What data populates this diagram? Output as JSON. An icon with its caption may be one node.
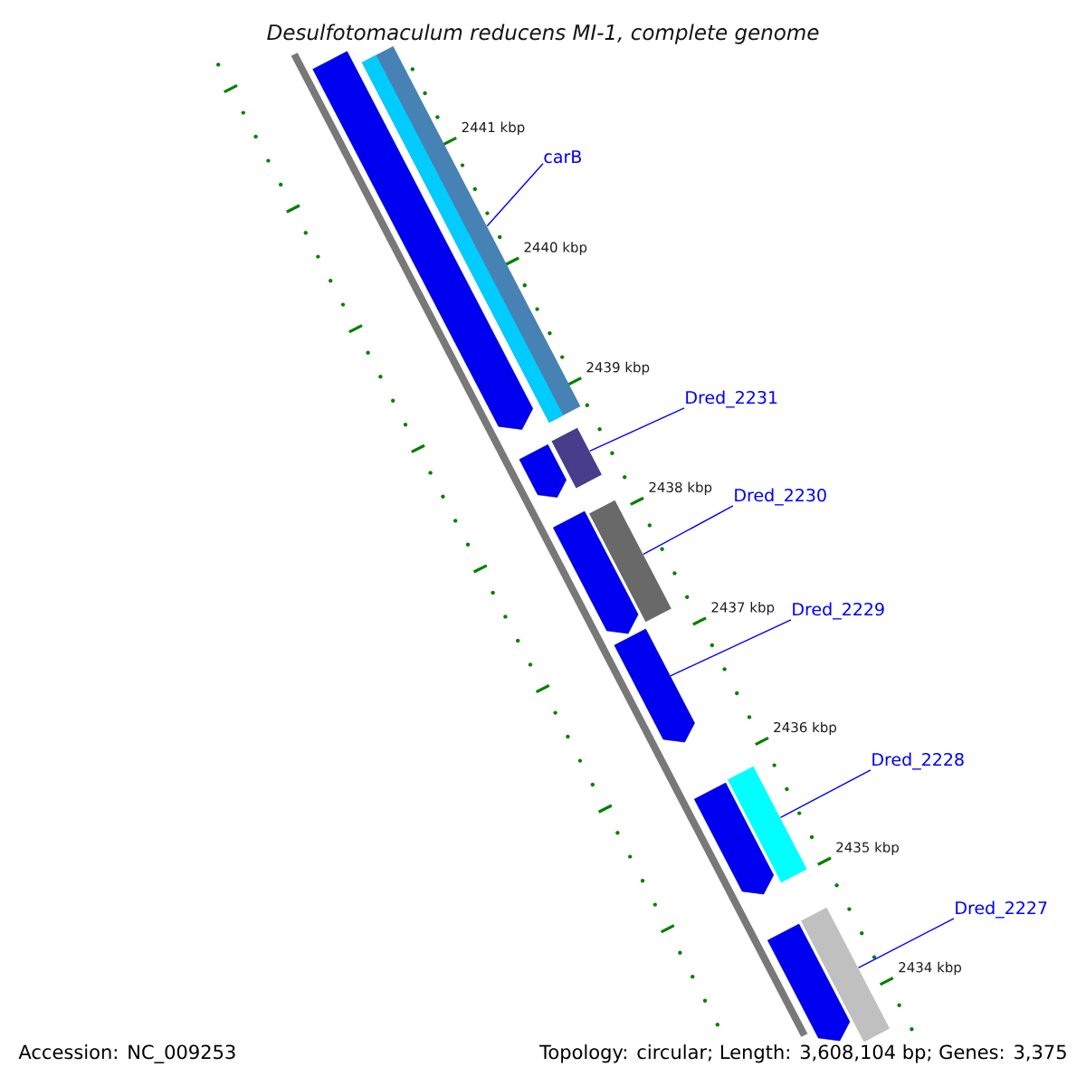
{
  "diagram": {
    "title": "Desulfotomaculum reducens MI-1, complete genome",
    "nodes": [
      {
        "text": [
          "carB"
        ]
      },
      {
        "text": [
          "Dred_2231"
        ]
      },
      {
        "text": [
          "Dred_2230"
        ]
      },
      {
        "text": [
          "Dred_2229"
        ]
      },
      {
        "text": [
          "Dred_2228"
        ]
      },
      {
        "text": [
          "Dred_2227"
        ]
      },
      {
        "text": [],
        "shape": "arrow"
      },
      {
        "text": [],
        "shape": "bar"
      },
      {
        "text": [],
        "shape": "bar"
      },
      {
        "text": [],
        "shape": "arrow"
      },
      {
        "text": [],
        "shape": "bar"
      },
      {
        "text": [],
        "shape": "arrow"
      },
      {
        "text": [],
        "shape": "arrow"
      },
      {
        "text": [],
        "shape": "bar"
      },
      {
        "text": [],
        "shape": "arrow"
      },
      {
        "text": [],
        "shape": "bar"
      },
      {
        "text": [],
        "shape": "arrow"
      }
    ],
    "edges": [
      {
        "from": 0,
        "to": 7,
        "arrow": "none"
      },
      {
        "from": 1,
        "to": 8,
        "arrow": "none"
      },
      {
        "from": 2,
        "to": 10,
        "arrow": "none"
      },
      {
        "from": 3,
        "to": 12,
        "arrow": "none"
      },
      {
        "from": 4,
        "to": 13,
        "arrow": "none"
      },
      {
        "from": 5,
        "to": 15,
        "arrow": "none"
      }
    ],
    "labels": [
      "2441 kbp",
      "2440 kbp",
      "2439 kbp",
      "2438 kbp",
      "2437 kbp",
      "2436 kbp",
      "2435 kbp",
      "2434 kbp",
      "Accession: NC_009253",
      "Topology: circular; Length: 3,608,104 bp; Genes: 3,375"
    ]
  }
}
